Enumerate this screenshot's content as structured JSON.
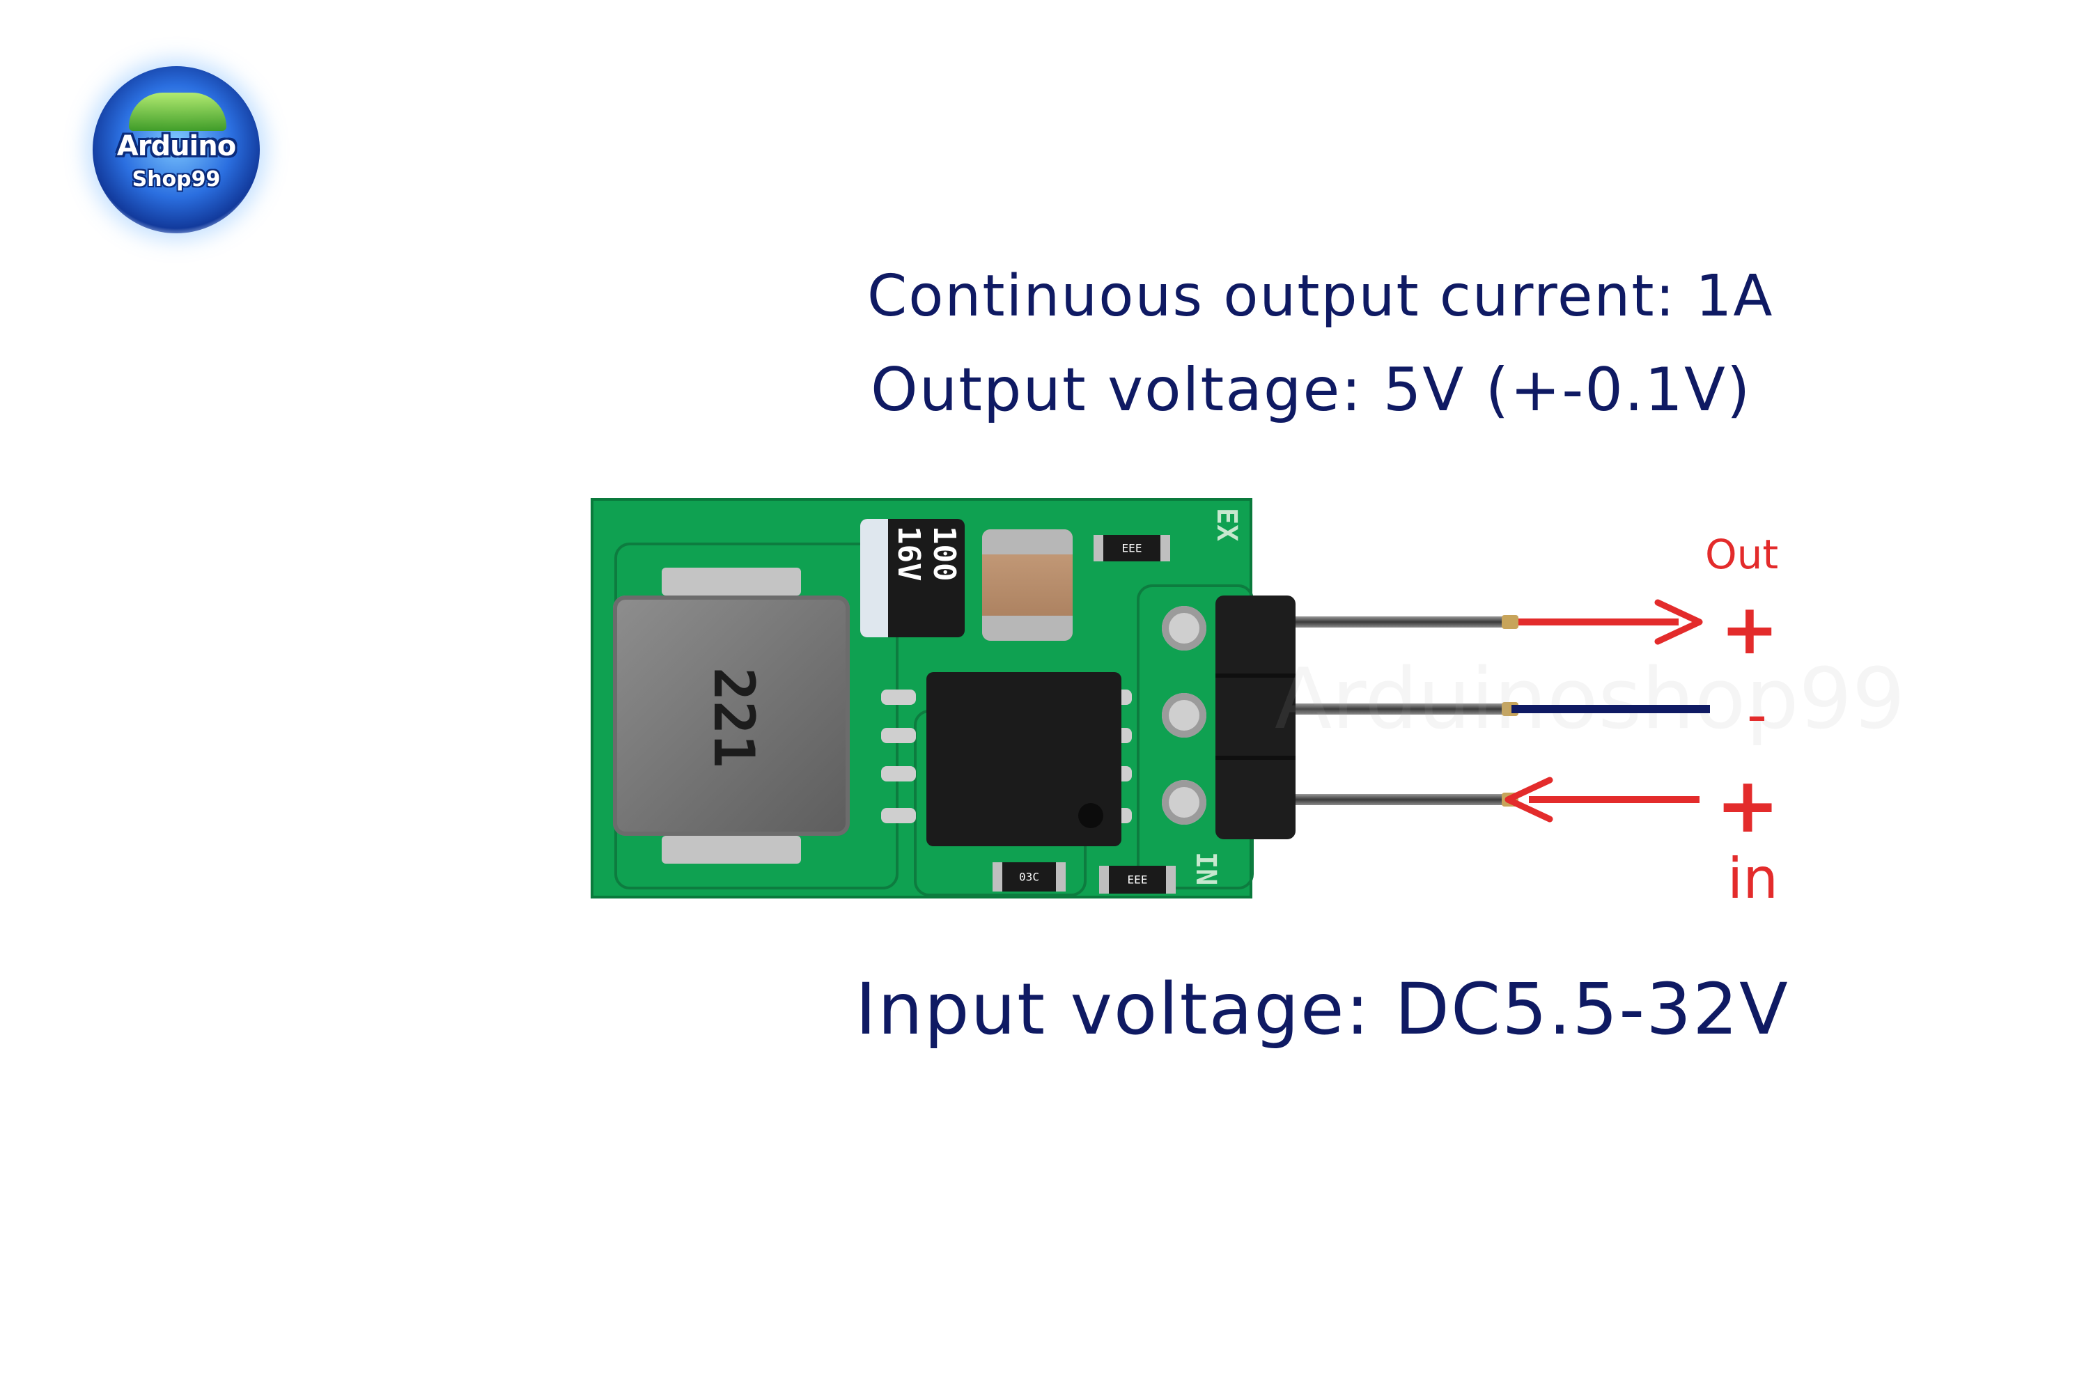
{
  "logo": {
    "line1": "Arduino",
    "line2": "Shop99"
  },
  "specs": {
    "output_current": "Continuous output current: 1A",
    "output_voltage": "Output voltage: 5V (+-0.1V)",
    "input_voltage": "Input voltage: DC5.5-32V"
  },
  "pins": {
    "out_label": "Out",
    "out_plus": "+",
    "gnd_minus": "-",
    "in_plus": "+",
    "in_label": "in"
  },
  "board": {
    "inductor_mark": "221",
    "capacitor_mark": "100 16V",
    "silk_top": "EX",
    "silk_bottom": "IN",
    "resistor_1": "EEE",
    "resistor_2": "03C",
    "resistor_3": "EEE"
  },
  "watermark": "Arduinoshop99",
  "colors": {
    "text_navy": "#0f1a63",
    "arrow_red": "#e32b2b",
    "gnd_line_navy": "#0f1a63",
    "pcb_green": "#0fa151"
  }
}
